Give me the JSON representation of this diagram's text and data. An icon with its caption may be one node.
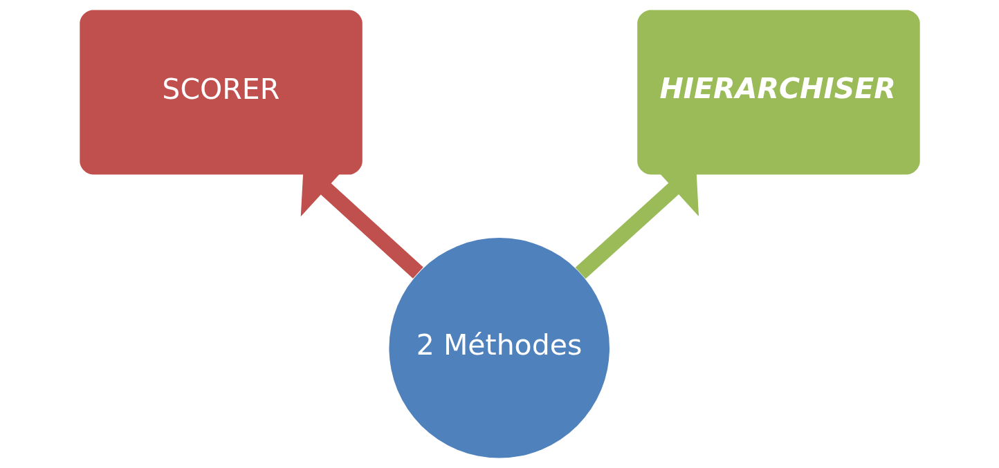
{
  "diagram": {
    "nodes": [
      {
        "text": [
          "SCORER"
        ]
      },
      {
        "text": [
          "HIERARCHISER"
        ]
      },
      {
        "text": [
          "2 Méthodes"
        ]
      }
    ],
    "edges": [
      {
        "from": 2,
        "to": 0,
        "arrow": "to",
        "color": "#c0504d"
      },
      {
        "from": 2,
        "to": 1,
        "arrow": "to",
        "color": "#9bbb59"
      }
    ]
  }
}
